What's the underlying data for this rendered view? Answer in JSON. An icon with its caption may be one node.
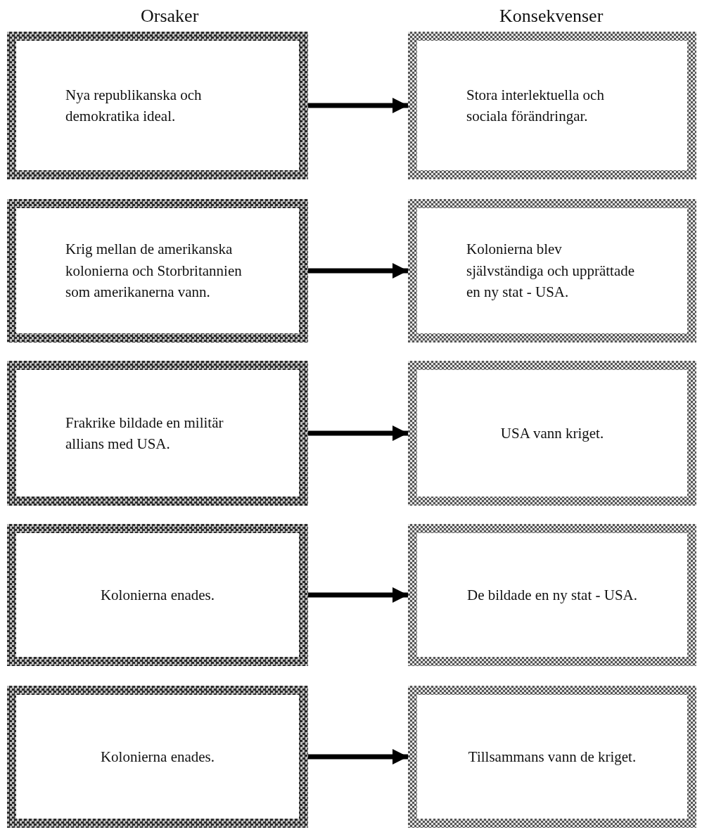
{
  "diagram": {
    "nodes": [
      {
        "text": [
          "Nya republikanska och demokratika ideal."
        ]
      },
      {
        "text": [
          "Stora interlektuella och sociala förändringar."
        ]
      },
      {
        "text": [
          "Krig mellan de amerikanska kolonierna och Storbritannien som amerikanerna vann."
        ]
      },
      {
        "text": [
          "Kolonierna blev självständiga och upprättade en ny stat - USA."
        ]
      },
      {
        "text": [
          "Frakrike bildade en militär allians med USA."
        ]
      },
      {
        "text": [
          "USA vann kriget."
        ]
      },
      {
        "text": [
          "Kolonierna enades."
        ]
      },
      {
        "text": [
          "De bildade en ny stat - USA."
        ]
      },
      {
        "text": [
          "Kolonierna enades."
        ]
      },
      {
        "text": [
          "Tillsammans vann de kriget."
        ]
      }
    ],
    "edges": [
      {
        "from": 0,
        "to": 1,
        "arrow": "to"
      },
      {
        "from": 2,
        "to": 3,
        "arrow": "to"
      },
      {
        "from": 4,
        "to": 5,
        "arrow": "to"
      },
      {
        "from": 6,
        "to": 7,
        "arrow": "to"
      },
      {
        "from": 8,
        "to": 9,
        "arrow": "to"
      }
    ],
    "labels": [
      "Orsaker",
      "Konsekvenser"
    ]
  }
}
